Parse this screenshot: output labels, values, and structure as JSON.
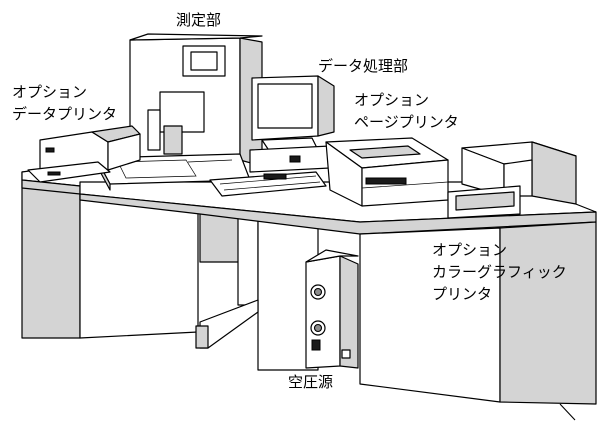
{
  "labels": {
    "measurement_unit": "測定部",
    "data_processing_unit": "データ処理部",
    "option_data_printer_line1": "オプション",
    "option_data_printer_line2": "データプリンタ",
    "option_page_printer_line1": "オプション",
    "option_page_printer_line2": "ページプリンタ",
    "option_color_printer_line1": "オプション",
    "option_color_printer_line2": "カラーグラフィック",
    "option_color_printer_line3": "プリンタ",
    "air_pressure_source": "空圧源"
  }
}
